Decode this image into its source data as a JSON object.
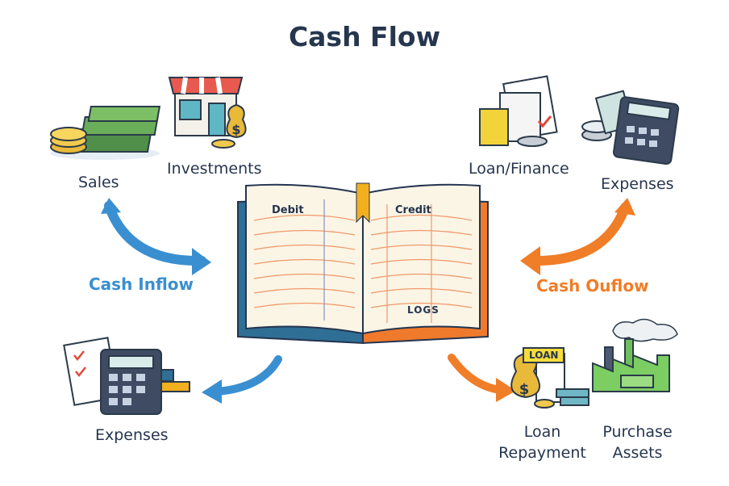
{
  "title": "Cash Flow",
  "inflow": {
    "label": "Cash Inflow",
    "color": "#3a8fd0",
    "sources": [
      {
        "label": "Sales",
        "icon": "cash-stack-icon"
      },
      {
        "label": "Investments",
        "icon": "storefront-icon"
      }
    ],
    "bottom": {
      "label": "Expenses",
      "icon": "calculator-checklist-icon"
    }
  },
  "outflow": {
    "label": "Cash Ouflow",
    "color": "#f07d28",
    "sources": [
      {
        "label": "Loan/Finance",
        "icon": "documents-icon"
      },
      {
        "label": "Expenses",
        "icon": "calculator-icon"
      }
    ],
    "bottom": [
      {
        "label_line1": "Loan",
        "label_line2": "Repayment",
        "icon": "money-bag-icon",
        "badge": "LOAN"
      },
      {
        "label_line1": "Purchase",
        "label_line2": "Assets",
        "icon": "factory-icon"
      }
    ]
  },
  "ledger": {
    "left_heading": "Debit",
    "right_heading": "Credit",
    "stamp": "LOGS"
  }
}
